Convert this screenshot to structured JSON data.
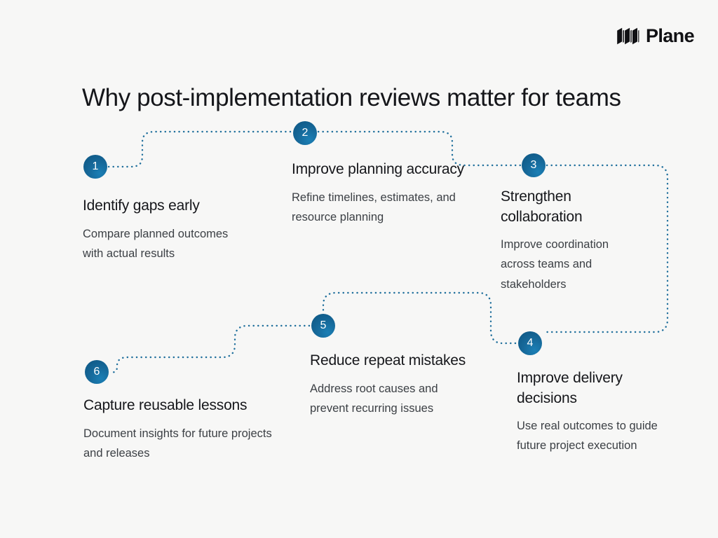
{
  "brand": {
    "name": "Plane",
    "mark": "plane-logo-mark"
  },
  "title": "Why post-implementation reviews matter for teams",
  "colors": {
    "background": "#f7f7f6",
    "accent": "#16699a",
    "accent_dark": "#0d5480",
    "connector": "#1f6f9c",
    "title_text": "#15161a",
    "body_text": "#3c4045"
  },
  "steps": [
    {
      "number": "1",
      "title": "Identify gaps early",
      "description": "Compare planned outcomes with actual results"
    },
    {
      "number": "2",
      "title": "Improve planning accuracy",
      "description": "Refine timelines, estimates, and resource planning"
    },
    {
      "number": "3",
      "title": "Strengthen collaboration",
      "description": "Improve coordination across teams and stakeholders"
    },
    {
      "number": "4",
      "title": "Improve delivery decisions",
      "description": "Use real outcomes to guide future project execution"
    },
    {
      "number": "5",
      "title": "Reduce repeat mistakes",
      "description": "Address root causes and prevent recurring issues"
    },
    {
      "number": "6",
      "title": "Capture reusable lessons",
      "description": "Document insights for future projects and releases"
    }
  ]
}
